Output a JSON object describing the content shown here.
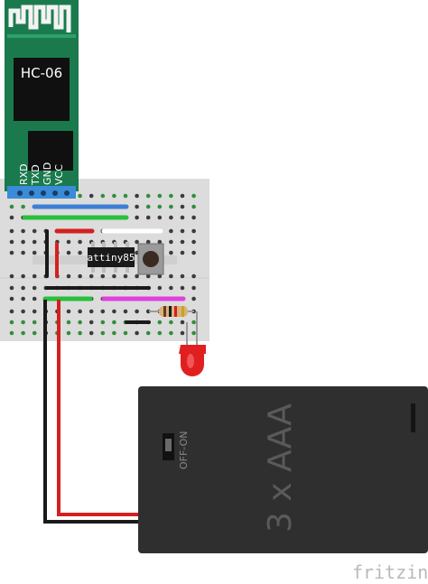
{
  "bt_module": {
    "label": "HC-06",
    "pins": [
      "RXD",
      "TXD",
      "GND",
      "VCC"
    ]
  },
  "chip": {
    "label": "attiny85"
  },
  "battery": {
    "label": "3 x AAA",
    "switch_label": "OFF-ON"
  },
  "watermark": "fritzing",
  "colors": {
    "pcb_green": "#1a7a4e",
    "breadboard": "#dcdcdc",
    "wire_blue": "#3d7fd6",
    "wire_green": "#29c03c",
    "wire_red": "#d42020",
    "wire_black": "#1a1a1a",
    "wire_magenta": "#e040e0",
    "battery": "#2f2f2f",
    "led": "#e02020"
  }
}
